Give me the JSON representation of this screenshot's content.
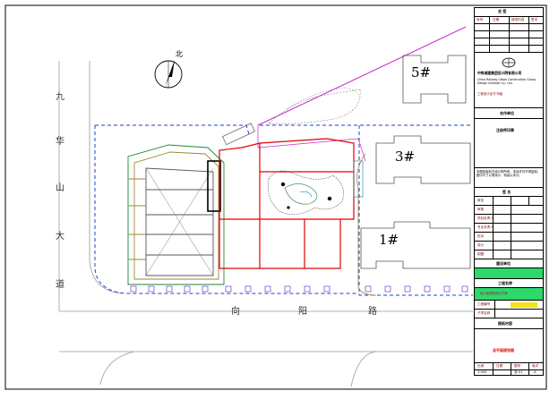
{
  "site_plan": {
    "buildings": [
      {
        "label": "5#"
      },
      {
        "label": "3#"
      },
      {
        "label": "1#"
      }
    ],
    "north_label": "北",
    "roads": {
      "west": [
        "九",
        "华",
        "山",
        "大",
        "道"
      ],
      "south": [
        "向",
        "阳",
        "路"
      ]
    }
  },
  "title_block": {
    "revision_header": "会 签",
    "rev_cols": [
      "序号",
      "日期",
      "修改内容",
      "签字"
    ],
    "company_cn": "中铁城建集团设计院有限公司",
    "company_en": "China Railway Urban Construction Group Design Institute Co., Ltd.",
    "certificate": "工程设计证书 甲级",
    "seal_title": "合作单位",
    "stamp_title": "注册师印章",
    "notes": "本图纸版权归设计院所有，未经许可不得复制。\n图中尺寸以毫米计，标高以米计。",
    "sign_title": "签 名",
    "sign_rows": [
      "审定",
      "审核",
      "项目负责人",
      "专业负责人",
      "校对",
      "设计",
      "制图"
    ],
    "project_title": "建设单位",
    "project_name_label": "工程名称",
    "project_name": "某小区规划设计方案",
    "item_labels": [
      "工程编号",
      "子项名称"
    ],
    "drawing_title_label": "图纸内容",
    "drawing_name": "总平面规划图",
    "footer_cols": [
      "比例",
      "日期",
      "图号",
      "版次"
    ],
    "footer_values": [
      "1:500",
      "",
      "总-01",
      "A"
    ]
  },
  "colors": {
    "property_line": "#1f3fd0",
    "red_line": "#e00000",
    "boundary": "#cc22cc",
    "green": "#1a8a30",
    "olive": "#9a8a3a",
    "road": "#9a9a9a",
    "title_band_green": "#2ed86a",
    "title_band_yellow": "#f4e21a",
    "title_band_red": "#e00000"
  }
}
